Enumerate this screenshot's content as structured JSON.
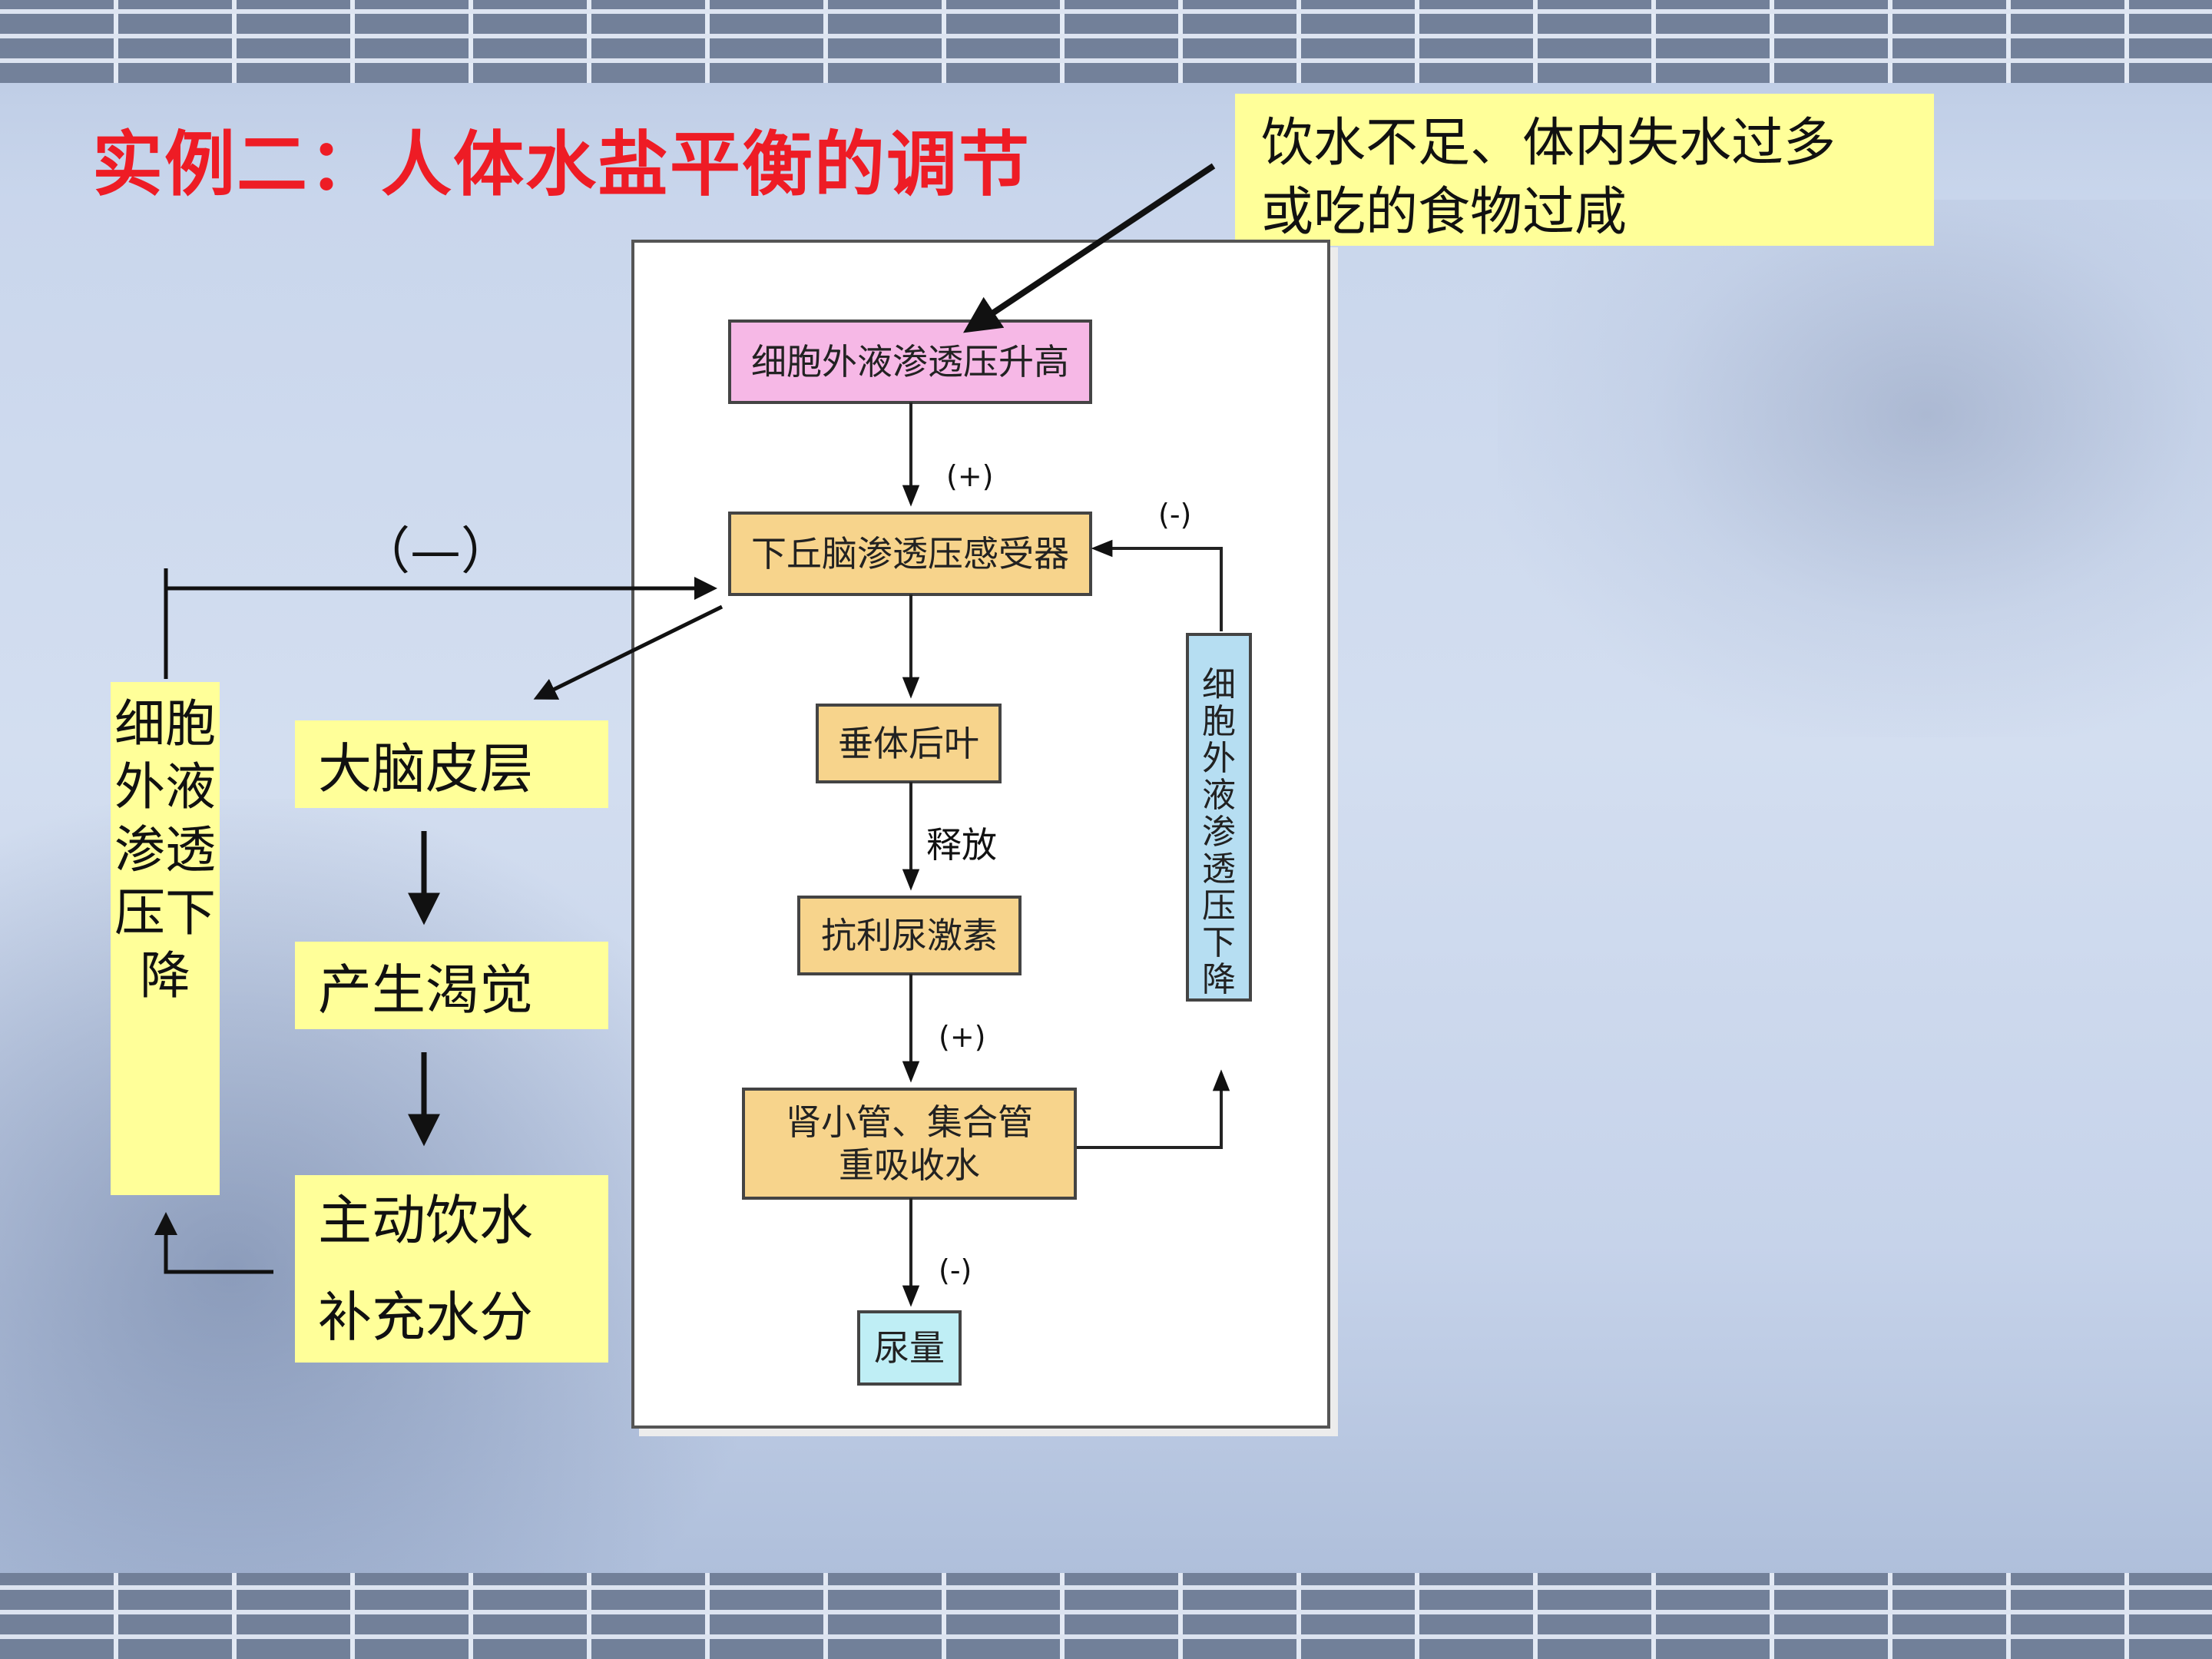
{
  "slide": {
    "title": "实例二：人体水盐平衡的调节",
    "cause_line1": "饮水不足、体内失水过多",
    "cause_line2": "或吃的食物过咸"
  },
  "diagram": {
    "nodes": {
      "ecf_up": "细胞外液渗透压升高",
      "hypothalamus": "下丘脑渗透压感受器",
      "pituitary": "垂体后叶",
      "adh": "抗利尿激素",
      "kidney_line1": "肾小管、集合管",
      "kidney_line2": "重吸收水",
      "urine": "尿量",
      "ecf_down_right": "细胞外液渗透压下降"
    },
    "signs": {
      "plus_1": "(+)",
      "minus_feedback": "(-)",
      "release": "释放",
      "plus_2": "(+)",
      "minus_urine": "(-)"
    }
  },
  "left_path": {
    "cortex": "大脑皮层",
    "thirst": "产生渴觉",
    "drink_line1": "主动饮水",
    "drink_line2": "补充水分",
    "ecf_down_left": "细胞外液渗透压下降",
    "negative_label": "（—）"
  },
  "colors": {
    "title_red": "#ee1c25",
    "highlight_yellow": "#ffff99",
    "node_pink": "#f6b8e6",
    "node_orange": "#f7d48c",
    "node_blue": "#b6def2",
    "node_cyan": "#bfeef5"
  }
}
